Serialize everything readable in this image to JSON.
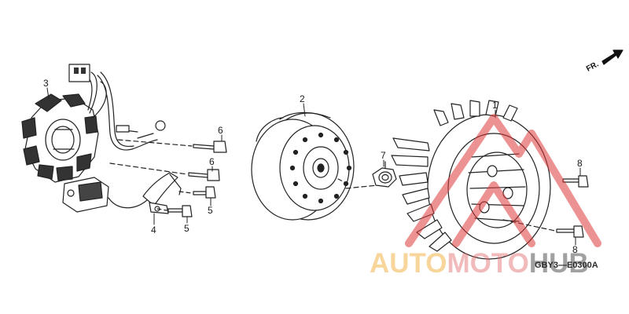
{
  "orientation": {
    "label": "FR."
  },
  "callouts": {
    "c1": "1",
    "c2": "2",
    "c3": "3",
    "c4": "4",
    "c5a": "5",
    "c5b": "5",
    "c6a": "6",
    "c6b": "6",
    "c7": "7",
    "c8a": "8",
    "c8b": "8"
  },
  "diagram_code": "GBY3—E0300A",
  "watermark": {
    "part1": "AUTO",
    "part2": "MOTO",
    "part3": "HUB",
    "colors": {
      "part1": "#f2b44a",
      "part2": "#e26a6a",
      "part3": "#6f6f6f",
      "triangle": "#e03a3a"
    }
  }
}
